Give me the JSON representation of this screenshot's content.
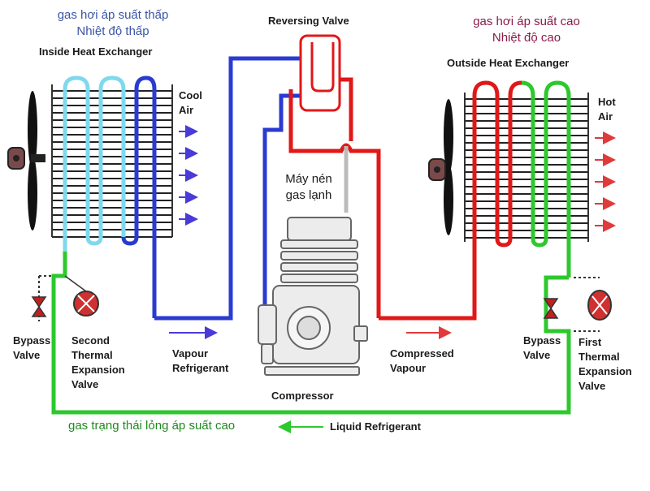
{
  "colors": {
    "blue": "#2a3bd0",
    "red": "#e01818",
    "green": "#2dc82d",
    "cyan": "#7fd8ee",
    "arrow_blue": "#4a3ad8",
    "arrow_red": "#e03a3a",
    "arrow_green": "#2dc82d"
  },
  "labels": {
    "low_gas_1": "gas hơi áp suất thấp",
    "low_gas_2": "Nhiệt độ thấp",
    "inside_hx": "Inside Heat Exchanger",
    "reversing_valve": "Reversing Valve",
    "high_gas_1": "gas hơi áp suất cao",
    "high_gas_2": "Nhiệt độ cao",
    "outside_hx": "Outside Heat Exchanger",
    "cool_1": "Cool",
    "cool_2": "Air",
    "hot_1": "Hot",
    "hot_2": "Air",
    "compressor_vn_1": "Máy nén",
    "compressor_vn_2": "gas lạnh",
    "bypass_left_1": "Bypass",
    "bypass_left_2": "Valve",
    "second_tev_1": "Second",
    "second_tev_2": "Thermal",
    "second_tev_3": "Expansion",
    "second_tev_4": "Valve",
    "vapour_1": "Vapour",
    "vapour_2": "Refrigerant",
    "compressor": "Compressor",
    "compressed_1": "Compressed",
    "compressed_2": "Vapour",
    "bypass_right_1": "Bypass",
    "bypass_right_2": "Valve",
    "first_tev_1": "First",
    "first_tev_2": "Thermal",
    "first_tev_3": "Expansion",
    "first_tev_4": "Valve",
    "liquid_vn": "gas trạng thái lỏng áp suất cao",
    "liquid_refrigerant": "Liquid Refrigerant"
  }
}
